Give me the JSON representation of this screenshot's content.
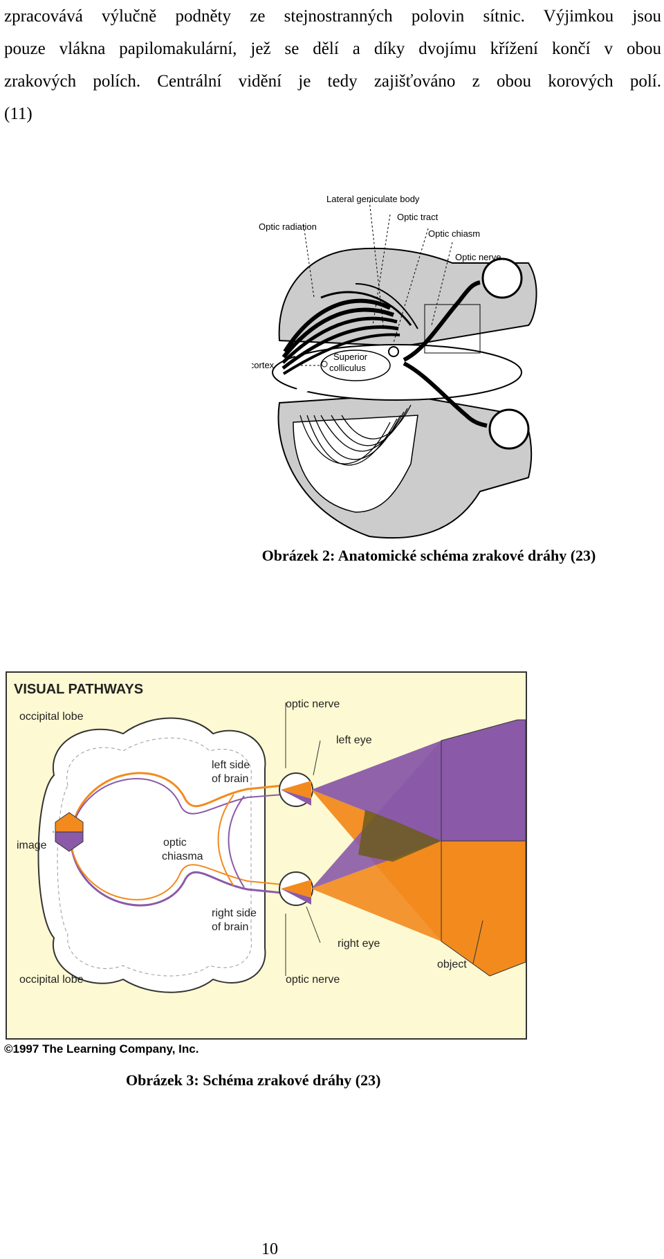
{
  "paragraph": {
    "lines": [
      "zpracovává výlučně podněty ze stejnostranných polovin sítnic. Výjimkou jsou",
      "pouze vlákna papilomakulární, jež se dělí a díky dvojímu křížení končí v obou",
      "zrakových polích. Centrální vidění je tedy zajišťováno z obou korových polí.",
      "(11)"
    ]
  },
  "figure1": {
    "labels": {
      "lgb": "Lateral geniculate body",
      "optic_tract": "Optic tract",
      "optic_radiation": "Optic radiation",
      "optic_chiasm": "Optic chiasm",
      "optic_nerve": "Optic nerve",
      "superior": "Superior",
      "colliculus": "colliculus",
      "visual_cortex": "Visual cortex"
    },
    "caption": "Obrázek 2: Anatomické schéma zrakové dráhy (23)"
  },
  "figure2": {
    "title": "VISUAL PATHWAYS",
    "labels": {
      "occipital_top": "occipital lobe",
      "occipital_bottom": "occipital lobe",
      "optic_nerve_top": "optic nerve",
      "optic_nerve_bottom": "optic nerve",
      "left_eye": "left eye",
      "right_eye": "right eye",
      "left_side_1": "left side",
      "left_side_2": "of brain",
      "right_side_1": "right side",
      "right_side_2": "of brain",
      "optic_1": "optic",
      "optic_2": "chiasma",
      "image": "image",
      "object": "object"
    },
    "copyright": "©1997 The Learning Company, Inc.",
    "caption": "Obrázek 3: Schéma zrakové dráhy (23)",
    "colors": {
      "background": "#fdf9d2",
      "orange": "#f28a1e",
      "purple": "#8a5aa8",
      "dark": "#6b5a1e"
    }
  },
  "page_number": "10"
}
